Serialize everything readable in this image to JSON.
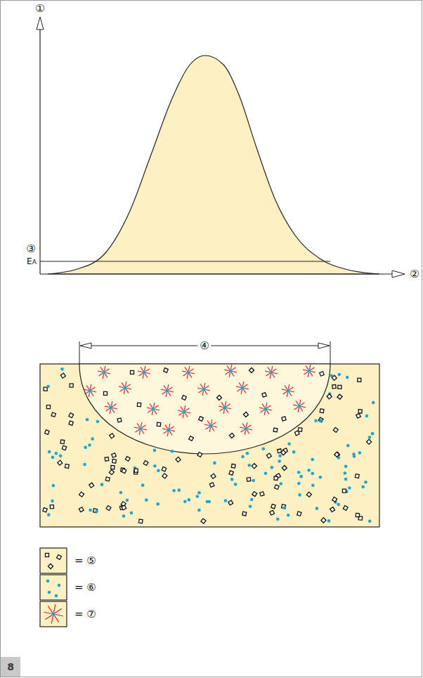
{
  "diagram": {
    "nodes": [
      {
        "text": [
          "8"
        ]
      }
    ],
    "labels": [
      "①",
      "②",
      "③",
      "EA",
      "④"
    ],
    "legend": [
      {
        "text": "= ⑤"
      },
      {
        "text": "= ⑥"
      },
      {
        "text": "= ⑦"
      }
    ]
  }
}
